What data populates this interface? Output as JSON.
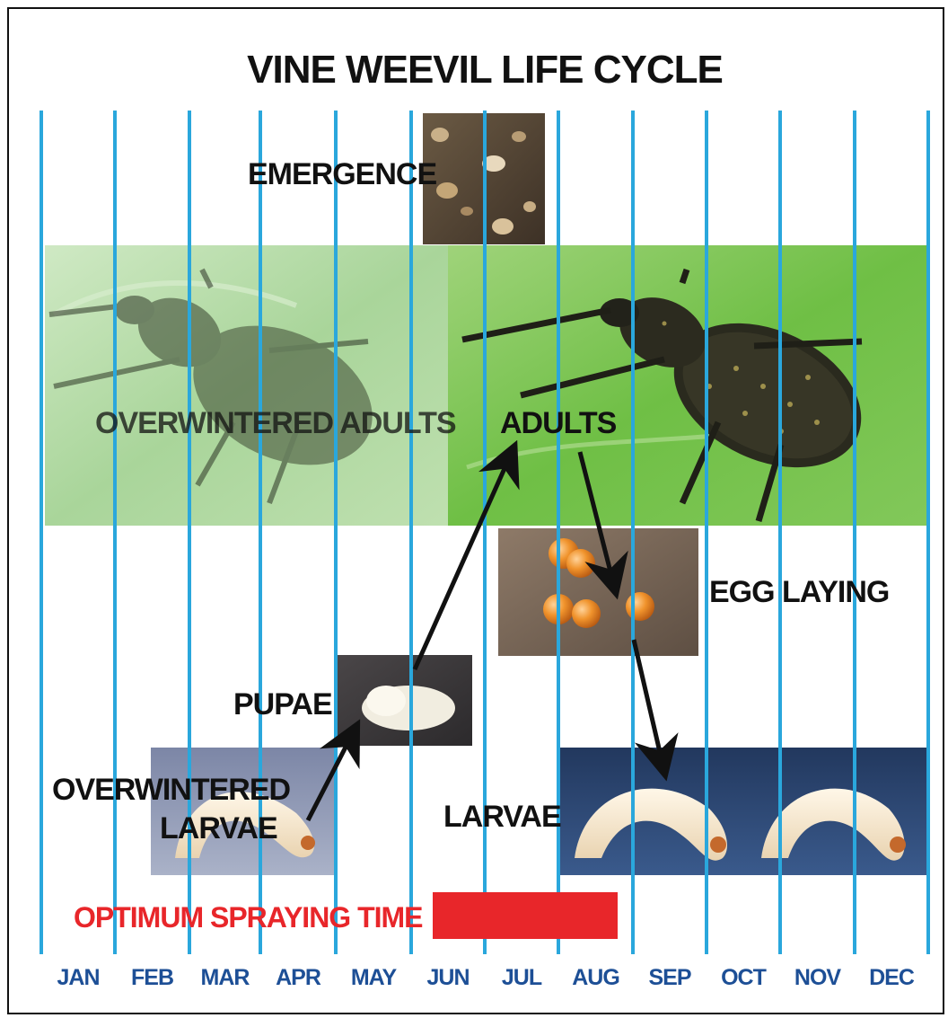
{
  "title": "VINE WEEVIL LIFE CYCLE",
  "months": [
    "JAN",
    "FEB",
    "MAR",
    "APR",
    "MAY",
    "JUN",
    "JUL",
    "AUG",
    "SEP",
    "OCT",
    "NOV",
    "DEC"
  ],
  "stages": {
    "emergence": "EMERGENCE",
    "overwintered_adults": "OVERWINTERED ADULTS",
    "adults": "ADULTS",
    "egg_laying": "EGG LAYING",
    "pupae": "PUPAE",
    "overwintered_larvae_line1": "OVERWINTERED",
    "overwintered_larvae_line2": "LARVAE",
    "larvae": "LARVAE"
  },
  "spraying": {
    "label": "OPTIMUM SPRAYING TIME",
    "start_month": "JUN",
    "end_month": "AUG"
  },
  "colors": {
    "gridline": "#2aa7dc",
    "month_text": "#1d4f96",
    "spray_bar": "#e8262a",
    "spray_text": "#e8262a",
    "arrow": "#111111"
  }
}
